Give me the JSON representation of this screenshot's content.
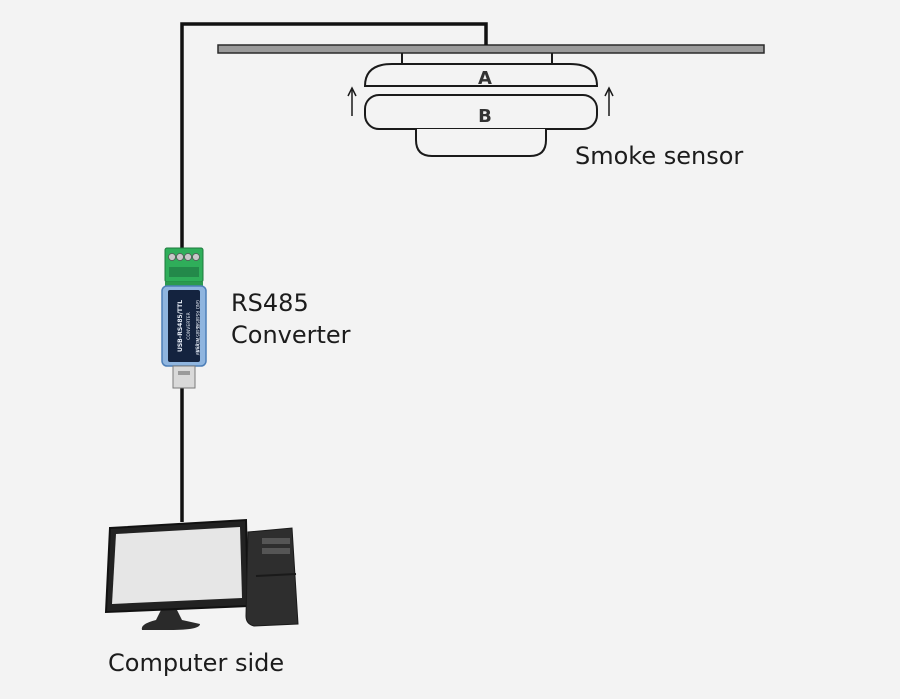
{
  "labels": {
    "smoke_sensor": "Smoke sensor",
    "converter_line1": "RS485",
    "converter_line2": "Converter",
    "computer": "Computer side",
    "sensor_part_a": "A",
    "sensor_part_b": "B"
  },
  "converter_print": {
    "model": "USB-RS485/TTL",
    "name": "CONVERTER",
    "port": "USB",
    "pins": [
      "GND",
      "RS485 B",
      "RS485 A",
      "TXD/A+",
      "5V"
    ]
  }
}
